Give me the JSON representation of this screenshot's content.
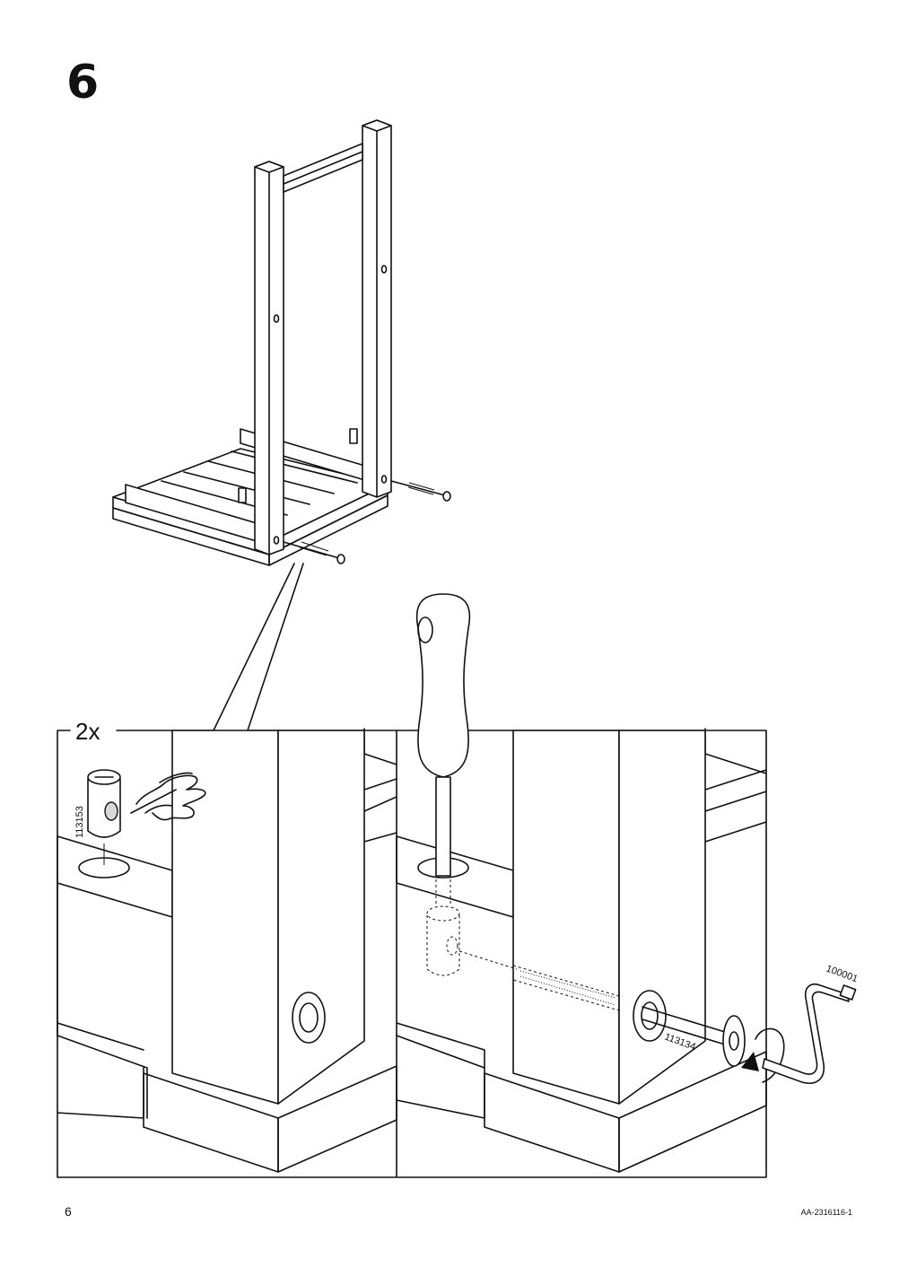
{
  "step": {
    "number": "6"
  },
  "callout": {
    "quantity": "2x"
  },
  "parts": {
    "barrel_nut": "113153",
    "bolt": "113134",
    "allen_key": "100001"
  },
  "footer": {
    "page_number": "6",
    "document_code": "AA-2316116-1"
  }
}
